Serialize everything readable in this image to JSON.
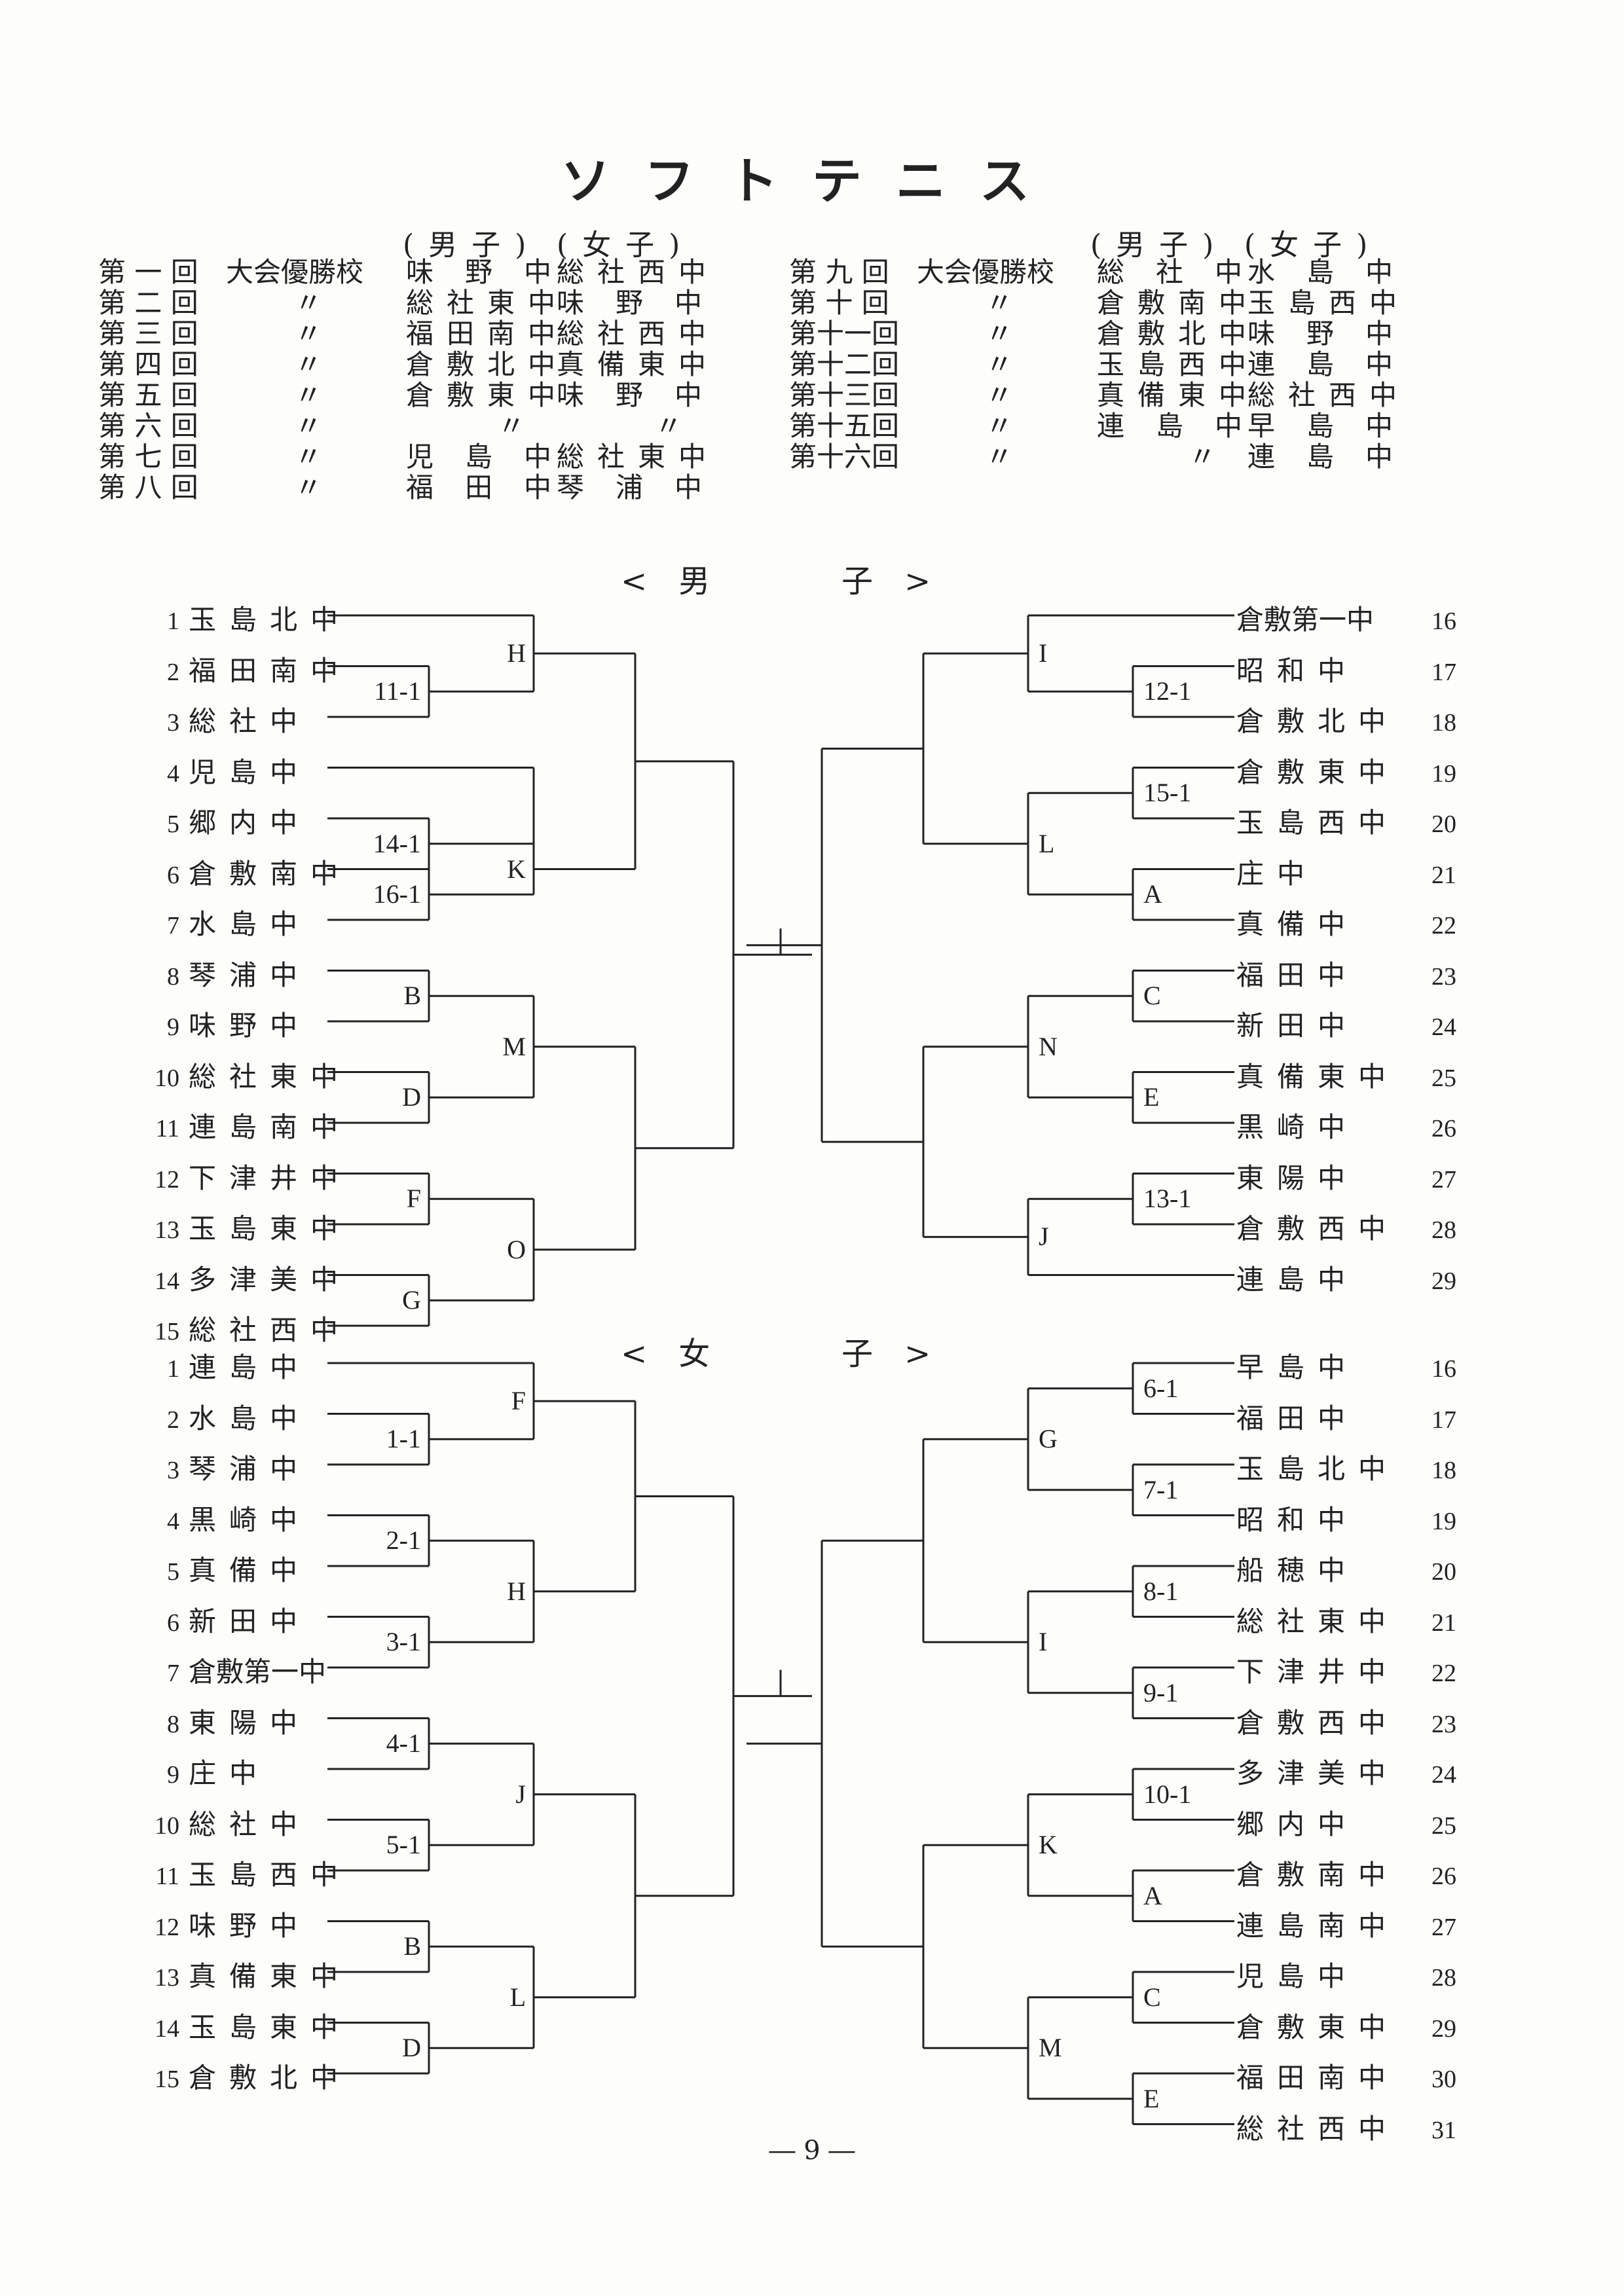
{
  "title": "ソフトテニス",
  "history": {
    "header_boys": "(男子)",
    "header_girls": "(女子)",
    "left": [
      {
        "round": "第 一 回",
        "label": "大会優勝校",
        "boys": "味野中",
        "girls": "総社西中"
      },
      {
        "round": "第 二 回",
        "label": "〃",
        "boys": "総社東中",
        "girls": "味野中"
      },
      {
        "round": "第 三 回",
        "label": "〃",
        "boys": "福田南中",
        "girls": "総社西中"
      },
      {
        "round": "第 四 回",
        "label": "〃",
        "boys": "倉敷北中",
        "girls": "真備東中"
      },
      {
        "round": "第 五 回",
        "label": "〃",
        "boys": "倉敷東中",
        "girls": "味野中"
      },
      {
        "round": "第 六 回",
        "label": "〃",
        "boys": "〃",
        "girls": "〃"
      },
      {
        "round": "第 七 回",
        "label": "〃",
        "boys": "児島中",
        "girls": "総社東中"
      },
      {
        "round": "第 八 回",
        "label": "〃",
        "boys": "福田中",
        "girls": "琴浦中"
      }
    ],
    "right": [
      {
        "round": "第 九 回",
        "label": "大会優勝校",
        "boys": "総社中",
        "girls": "水島中"
      },
      {
        "round": "第 十 回",
        "label": "〃",
        "boys": "倉敷南中",
        "girls": "玉島西中"
      },
      {
        "round": "第十一回",
        "label": "〃",
        "boys": "倉敷北中",
        "girls": "味野中"
      },
      {
        "round": "第十二回",
        "label": "〃",
        "boys": "玉島西中",
        "girls": "連島中"
      },
      {
        "round": "第十三回",
        "label": "〃",
        "boys": "真備東中",
        "girls": "総社西中"
      },
      {
        "round": "第十五回",
        "label": "〃",
        "boys": "連島中",
        "girls": "早島中"
      },
      {
        "round": "第十六回",
        "label": "〃",
        "boys": "〃",
        "girls": "連島中"
      }
    ]
  },
  "boys": {
    "heading_left": "<　男",
    "heading_right": "子　>",
    "left": [
      "玉島北中",
      "福田南中",
      "総社中",
      "児島中",
      "郷内中",
      "倉敷南中",
      "水島中",
      "琴浦中",
      "味野中",
      "総社東中",
      "連島南中",
      "下津井中",
      "玉島東中",
      "多津美中",
      "総社西中"
    ],
    "right": [
      "倉敷第一中",
      "昭和中",
      "倉敷北中",
      "倉敷東中",
      "玉島西中",
      "庄中",
      "真備中",
      "福田中",
      "新田中",
      "真備東中",
      "黒崎中",
      "東陽中",
      "倉敷西中",
      "連島中"
    ],
    "left_start": 1,
    "right_start": 16,
    "labels": {
      "L1": "11-1",
      "L2": "14-1",
      "L3": "16-1",
      "L4": "B",
      "L5": "D",
      "L6": "F",
      "L7": "G",
      "L8": "H",
      "L9": "K",
      "L10": "M",
      "L11": "O",
      "R1": "12-1",
      "R2": "15-1",
      "R3": "A",
      "R4": "C",
      "R5": "E",
      "R6": "13-1",
      "R7": "I",
      "R8": "L",
      "R9": "N",
      "R10": "J"
    }
  },
  "girls": {
    "heading_left": "<　女",
    "heading_right": "子　>",
    "left": [
      "連島中",
      "水島中",
      "琴浦中",
      "黒崎中",
      "真備中",
      "新田中",
      "倉敷第一中",
      "東陽中",
      "庄中",
      "総社中",
      "玉島西中",
      "味野中",
      "真備東中",
      "玉島東中",
      "倉敷北中"
    ],
    "right": [
      "早島中",
      "福田中",
      "玉島北中",
      "昭和中",
      "船穂中",
      "総社東中",
      "下津井中",
      "倉敷西中",
      "多津美中",
      "郷内中",
      "倉敷南中",
      "連島南中",
      "児島中",
      "倉敷東中",
      "福田南中",
      "総社西中"
    ],
    "left_start": 1,
    "right_start": 16,
    "labels": {
      "L1": "1-1",
      "L2": "2-1",
      "L3": "3-1",
      "L4": "4-1",
      "L5": "5-1",
      "L6": "B",
      "L7": "D",
      "L8": "F",
      "L9": "H",
      "L10": "J",
      "L11": "L",
      "R1": "6-1",
      "R2": "7-1",
      "R3": "8-1",
      "R4": "9-1",
      "R5": "10-1",
      "R6": "A",
      "R7": "C",
      "R8": "E",
      "R9": "G",
      "R10": "I",
      "R11": "K",
      "R12": "M"
    }
  },
  "page_number": "― 9 ―"
}
